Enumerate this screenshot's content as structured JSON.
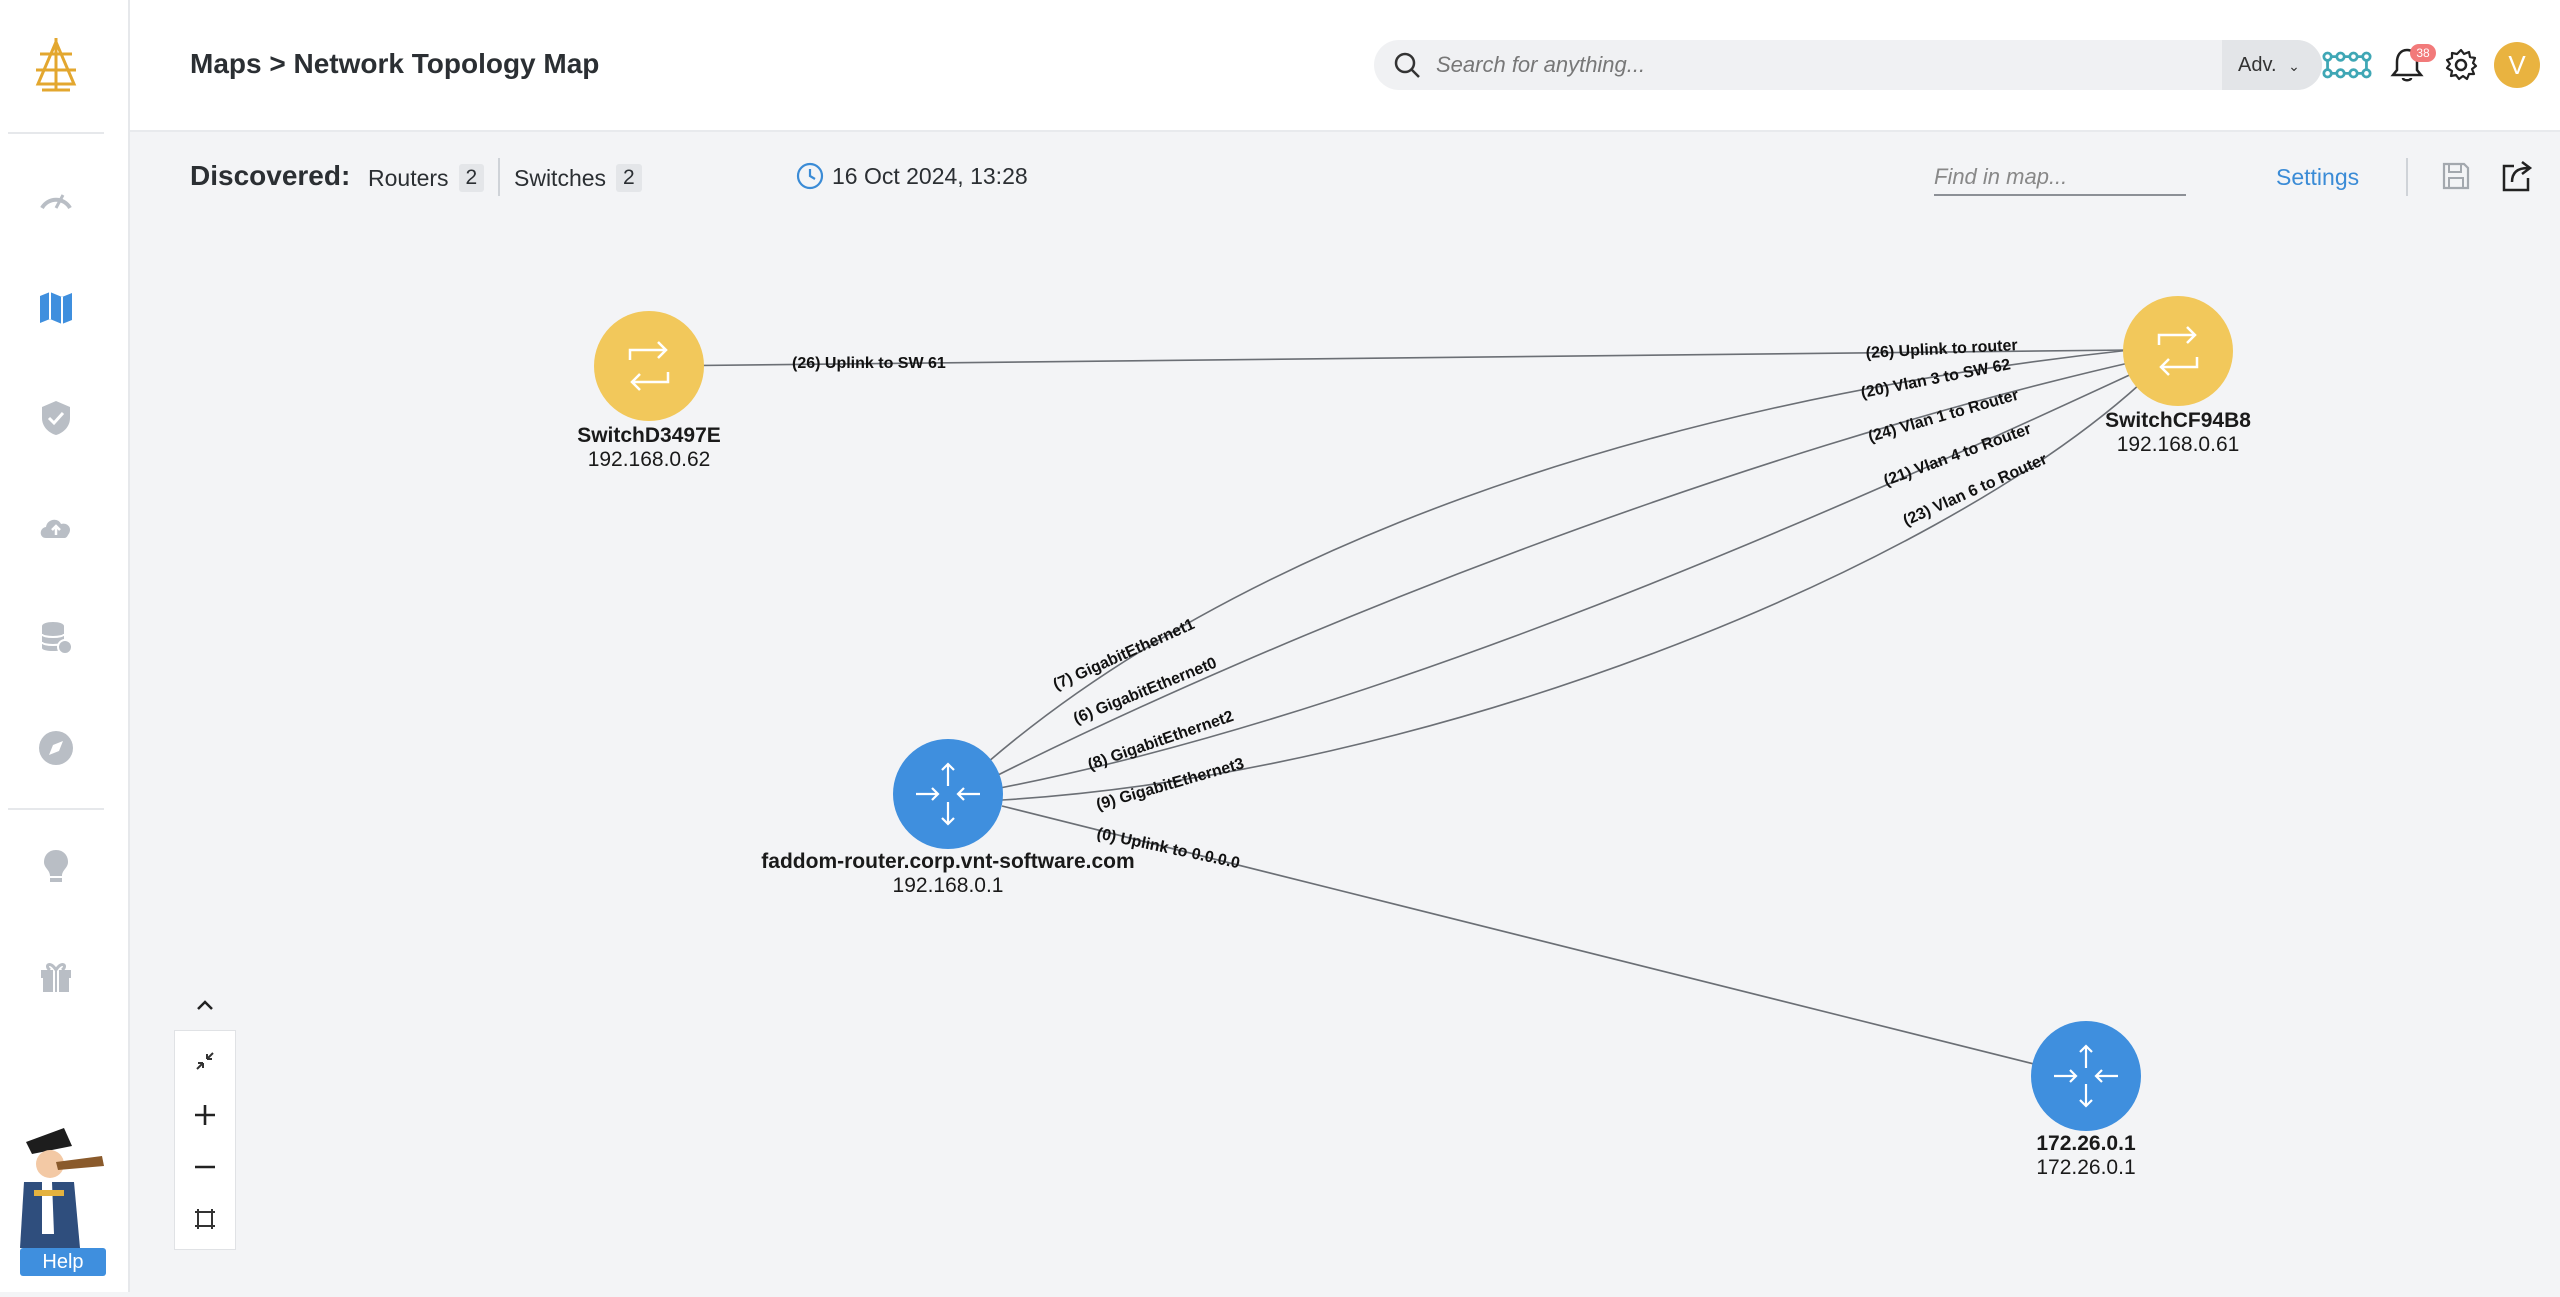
{
  "header": {
    "breadcrumb": "Maps > Network Topology Map",
    "search_placeholder": "Search for anything...",
    "adv_label": "Adv.",
    "notification_count": "38",
    "avatar_initial": "V"
  },
  "toolbar": {
    "discovered_label": "Discovered:",
    "routers_label": "Routers",
    "routers_count": "2",
    "switches_label": "Switches",
    "switches_count": "2",
    "timestamp": "16 Oct 2024, 13:28",
    "find_placeholder": "Find in map...",
    "settings_label": "Settings"
  },
  "sidebar": {
    "items": [
      "dashboard-icon",
      "map-icon",
      "shield-icon",
      "cloud-icon",
      "database-icon",
      "compass-icon",
      "lightbulb-icon",
      "gift-icon"
    ],
    "help_label": "Help"
  },
  "colors": {
    "switch": "#f2c85b",
    "router": "#3f8fde",
    "accent": "#3a8bd6"
  },
  "map": {
    "nodes": {
      "switch_d": {
        "name": "SwitchD3497E",
        "ip": "192.168.0.62"
      },
      "switch_cf": {
        "name": "SwitchCF94B8",
        "ip": "192.168.0.61"
      },
      "router_faddom": {
        "name": "faddom-router.corp.vnt-software.com",
        "ip": "192.168.0.1"
      },
      "router_172": {
        "name": "172.26.0.1",
        "ip": "172.26.0.1"
      }
    },
    "edge_labels": {
      "uplink_sw61": "(26) Uplink to SW 61",
      "uplink_router": "(26) Uplink to router",
      "uplink_sw62": "(20) Vlan 3 to SW 62",
      "vlan1": "(24) Vlan 1 to Router",
      "vlan4": "(21) Vlan 4 to Router",
      "vlan6": "(23) Vlan 6 to Router",
      "ge1": "(7) GigabitEthernet1",
      "ge0": "(6) GigabitEthernet0",
      "ge2": "(8) GigabitEthernet2",
      "ge3": "(9) GigabitEthernet3",
      "uplink_0": "(0) Uplink to 0.0.0.0"
    }
  }
}
